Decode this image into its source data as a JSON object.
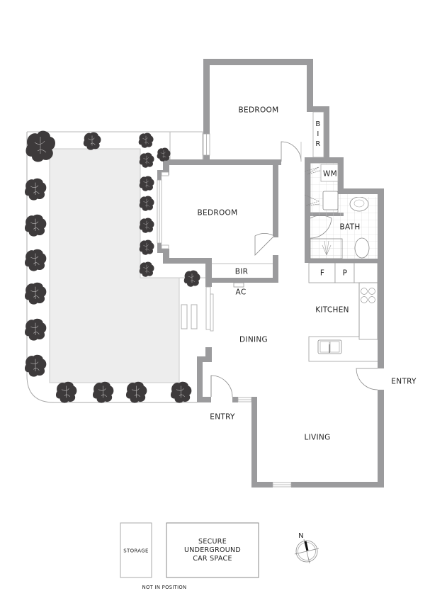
{
  "floor_plan": {
    "rooms": {
      "bedroom_1": "BEDROOM",
      "bir_1": [
        "B",
        "I",
        "R"
      ],
      "bedroom_2": "BEDROOM",
      "bir_2": "BIR",
      "wm": "WM",
      "bath": "BATH",
      "fridge": "F",
      "pantry": "P",
      "ac": "AC",
      "kitchen": "KITCHEN",
      "dining": "DINING",
      "entry_side": "ENTRY",
      "entry_main": "ENTRY",
      "living": "LIVING"
    },
    "extras": {
      "storage": "STORAGE",
      "car_space": [
        "SECURE",
        "UNDERGROUND",
        "CAR SPACE"
      ],
      "note": "NOT IN POSITION"
    },
    "compass": {
      "label": "N"
    },
    "colors": {
      "wall": "#9b9b9d",
      "courtyard": "#ededed",
      "tree": "#3d3a3b",
      "line": "#8a8a8a",
      "text": "#1e1e1e"
    }
  }
}
